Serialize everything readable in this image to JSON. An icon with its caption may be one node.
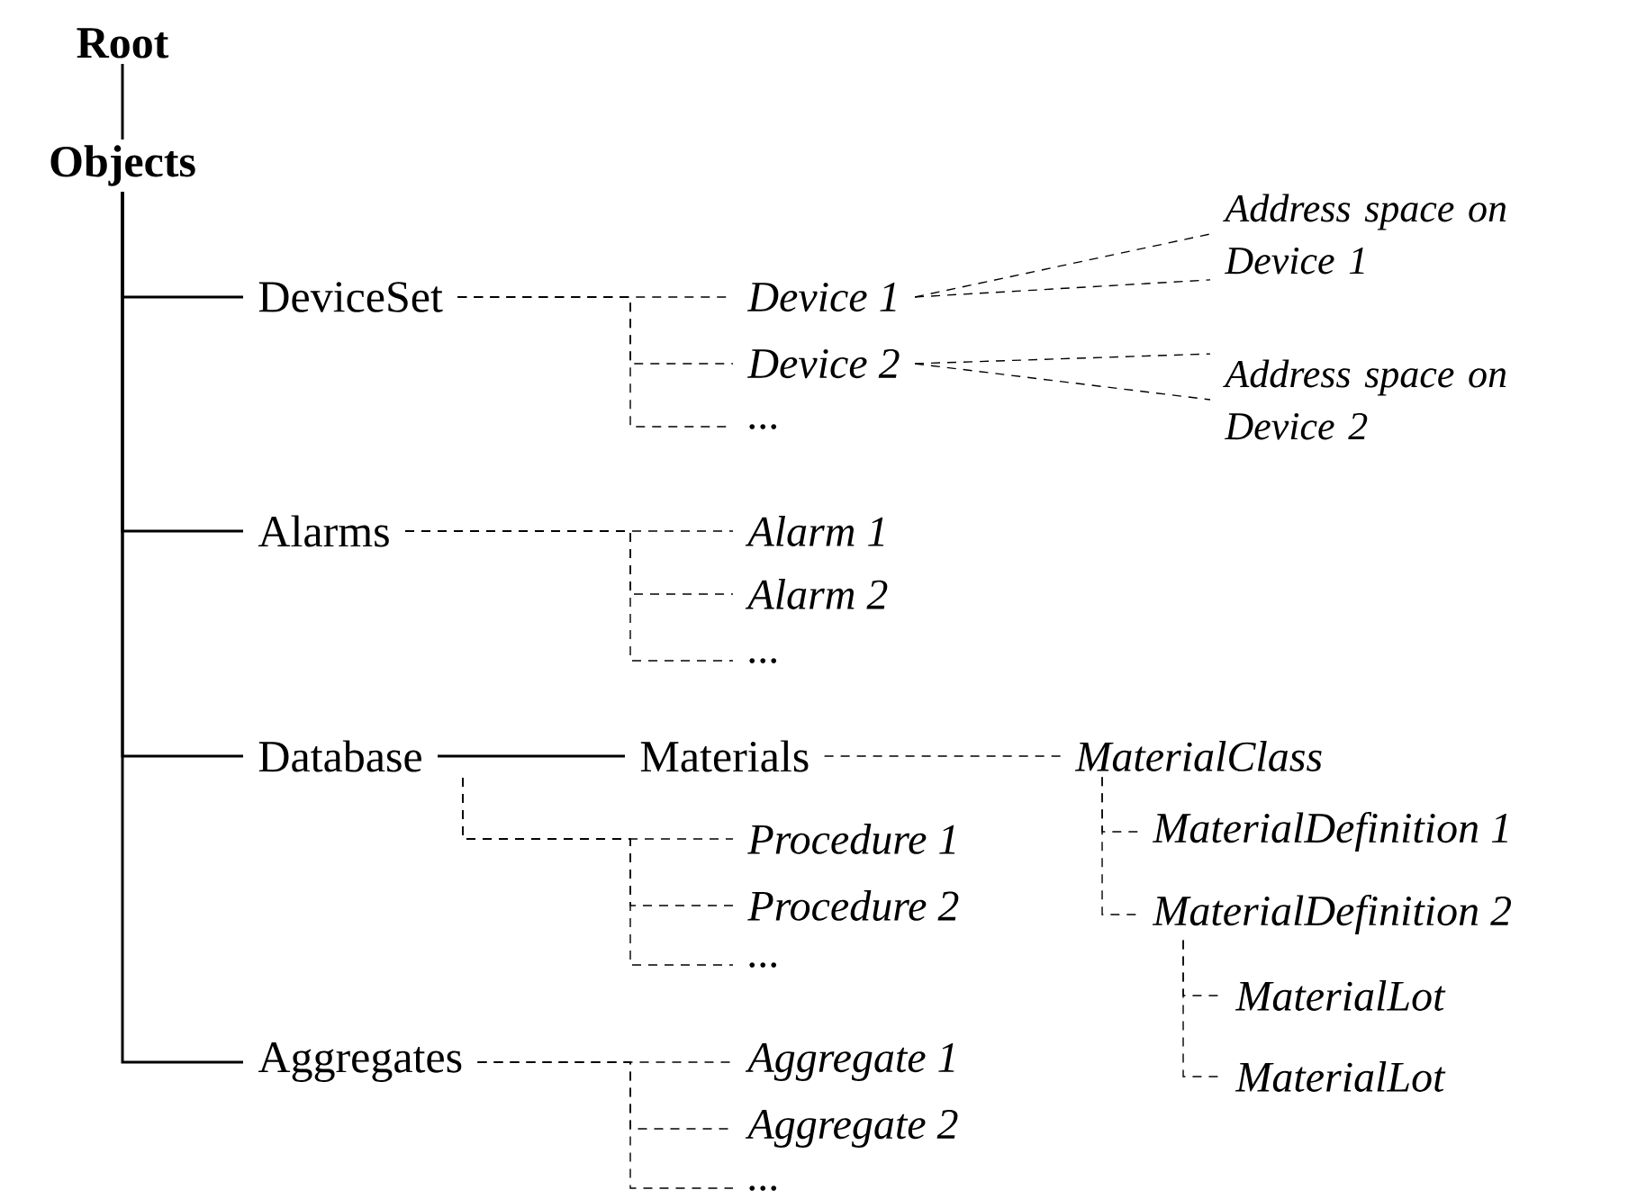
{
  "diagram": {
    "nodes": [
      {
        "text": [
          "Root"
        ]
      },
      {
        "text": [
          "Objects"
        ]
      },
      {
        "text": [
          "DeviceSet"
        ]
      },
      {
        "text": [
          "Device 1"
        ]
      },
      {
        "text": [
          "Device 2"
        ]
      },
      {
        "text": [
          "..."
        ]
      },
      {
        "text": [
          "Address space on Device 1"
        ]
      },
      {
        "text": [
          "Address space on Device 2"
        ]
      },
      {
        "text": [
          "Alarms"
        ]
      },
      {
        "text": [
          "Alarm 1"
        ]
      },
      {
        "text": [
          "Alarm 2"
        ]
      },
      {
        "text": [
          "..."
        ]
      },
      {
        "text": [
          "Database"
        ]
      },
      {
        "text": [
          "Materials"
        ]
      },
      {
        "text": [
          "MaterialClass"
        ]
      },
      {
        "text": [
          "MaterialDefinition 1"
        ]
      },
      {
        "text": [
          "MaterialDefinition 2"
        ]
      },
      {
        "text": [
          "MaterialLot"
        ]
      },
      {
        "text": [
          "MaterialLot"
        ]
      },
      {
        "text": [
          "Procedure 1"
        ]
      },
      {
        "text": [
          "Procedure 2"
        ]
      },
      {
        "text": [
          "..."
        ]
      },
      {
        "text": [
          "Aggregates"
        ]
      },
      {
        "text": [
          "Aggregate 1"
        ]
      },
      {
        "text": [
          "Aggregate 2"
        ]
      },
      {
        "text": [
          "..."
        ]
      }
    ],
    "edges": [
      {
        "from": 0,
        "to": 1,
        "arrow": "none"
      },
      {
        "from": 1,
        "to": 2,
        "arrow": "none"
      },
      {
        "from": 1,
        "to": 8,
        "arrow": "none"
      },
      {
        "from": 1,
        "to": 12,
        "arrow": "none"
      },
      {
        "from": 1,
        "to": 22,
        "arrow": "none"
      },
      {
        "from": 2,
        "to": 3,
        "arrow": "none",
        "style": "dashed"
      },
      {
        "from": 2,
        "to": 4,
        "arrow": "none",
        "style": "dashed"
      },
      {
        "from": 2,
        "to": 5,
        "arrow": "none",
        "style": "dashed"
      },
      {
        "from": 3,
        "to": 6,
        "arrow": "none",
        "style": "dashed"
      },
      {
        "from": 3,
        "to": 6,
        "arrow": "none",
        "style": "dashed"
      },
      {
        "from": 4,
        "to": 7,
        "arrow": "none",
        "style": "dashed"
      },
      {
        "from": 4,
        "to": 7,
        "arrow": "none",
        "style": "dashed"
      },
      {
        "from": 8,
        "to": 9,
        "arrow": "none",
        "style": "dashed"
      },
      {
        "from": 8,
        "to": 10,
        "arrow": "none",
        "style": "dashed"
      },
      {
        "from": 8,
        "to": 11,
        "arrow": "none",
        "style": "dashed"
      },
      {
        "from": 12,
        "to": 13,
        "arrow": "none"
      },
      {
        "from": 13,
        "to": 14,
        "arrow": "none",
        "style": "dashed"
      },
      {
        "from": 14,
        "to": 15,
        "arrow": "none",
        "style": "dashed"
      },
      {
        "from": 14,
        "to": 16,
        "arrow": "none",
        "style": "dashed"
      },
      {
        "from": 16,
        "to": 17,
        "arrow": "none",
        "style": "dashed"
      },
      {
        "from": 16,
        "to": 18,
        "arrow": "none",
        "style": "dashed"
      },
      {
        "from": 12,
        "to": 19,
        "arrow": "none",
        "style": "dashed"
      },
      {
        "from": 12,
        "to": 20,
        "arrow": "none",
        "style": "dashed"
      },
      {
        "from": 12,
        "to": 21,
        "arrow": "none",
        "style": "dashed"
      },
      {
        "from": 22,
        "to": 23,
        "arrow": "none",
        "style": "dashed"
      },
      {
        "from": 22,
        "to": 24,
        "arrow": "none",
        "style": "dashed"
      },
      {
        "from": 22,
        "to": 25,
        "arrow": "none",
        "style": "dashed"
      }
    ]
  }
}
